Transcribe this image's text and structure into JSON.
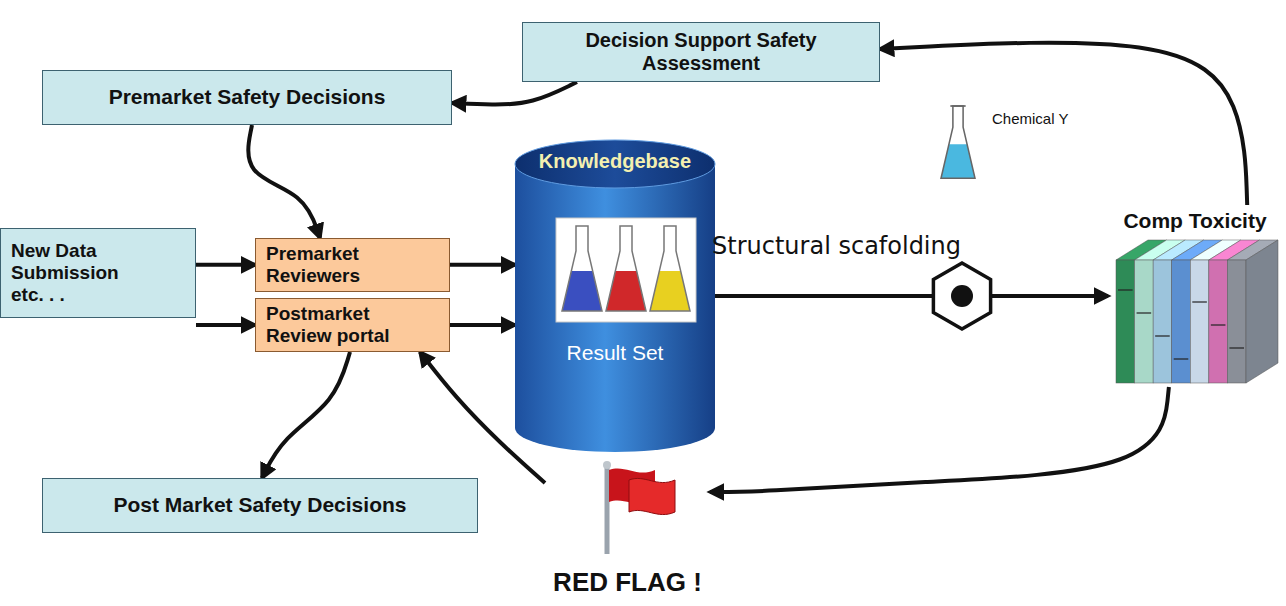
{
  "diagram": {
    "nodes": [
      {
        "text": [
          "Decision Support Safety Assessment"
        ]
      },
      {
        "text": [
          "Premarket Safety Decisions"
        ]
      },
      {
        "text": [
          "New Data Submission etc. . ."
        ]
      },
      {
        "text": [
          "Premarket Reviewers"
        ]
      },
      {
        "text": [
          "Postmarket Review portal"
        ]
      },
      {
        "text": [
          "Knowledgebase",
          "Result Set"
        ]
      },
      {
        "text": [
          "Comp Toxicity"
        ]
      },
      {
        "text": [
          "Post Market Safety Decisions"
        ]
      },
      {
        "text": [
          "RED FLAG !"
        ]
      }
    ],
    "edges": [
      {
        "from": 6,
        "to": 0,
        "arrow": "to"
      },
      {
        "from": 0,
        "to": 1,
        "arrow": "to"
      },
      {
        "from": 1,
        "to": 3,
        "arrow": "to"
      },
      {
        "from": 2,
        "to": 3,
        "arrow": "to"
      },
      {
        "from": 2,
        "to": 4,
        "arrow": "to"
      },
      {
        "from": 3,
        "to": 5,
        "arrow": "to"
      },
      {
        "from": 4,
        "to": 5,
        "arrow": "to"
      },
      {
        "from": 5,
        "to": 6,
        "label": "Structural scafolding",
        "arrow": "to"
      },
      {
        "from": 6,
        "to": 8,
        "arrow": "to"
      },
      {
        "from": 8,
        "to": 4,
        "arrow": "to"
      },
      {
        "from": 4,
        "to": 7,
        "arrow": "to"
      }
    ],
    "labels": [
      "Chemical Y"
    ]
  }
}
